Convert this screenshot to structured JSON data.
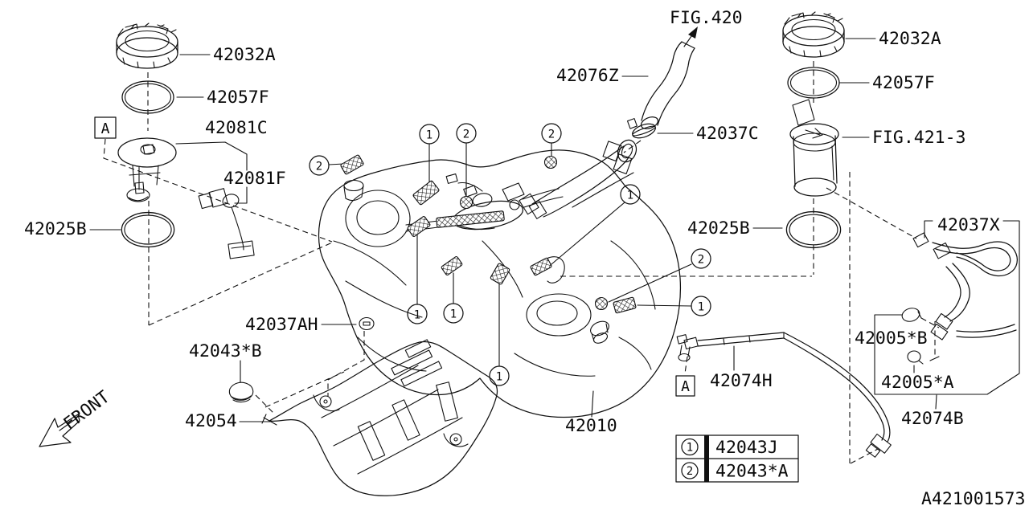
{
  "drawing_number": "A421001573",
  "front_label": "FRONT",
  "ref_box": "A",
  "parts": {
    "p42032a_left": "42032A",
    "p42057f_left": "42057F",
    "p42081c": "42081C",
    "p42081f": "42081F",
    "p42025b_left": "42025B",
    "p42037ah": "42037AH",
    "p42043b": "42043*B",
    "p42054": "42054",
    "p42076z": "42076Z",
    "fig420": "FIG.420",
    "p42037c": "42037C",
    "p42010": "42010",
    "p42032a_right": "42032A",
    "p42057f_right": "42057F",
    "fig421_3": "FIG.421-3",
    "p42025b_right": "42025B",
    "p42037x": "42037X",
    "p42005b": "42005*B",
    "p42005a": "42005*A",
    "p42074h": "42074H",
    "p42074b": "42074B"
  },
  "callouts": {
    "n1": "1",
    "n2": "2"
  },
  "legend": {
    "rows": [
      {
        "num": "1",
        "part": "42043J"
      },
      {
        "num": "2",
        "part": "42043*A"
      }
    ]
  }
}
